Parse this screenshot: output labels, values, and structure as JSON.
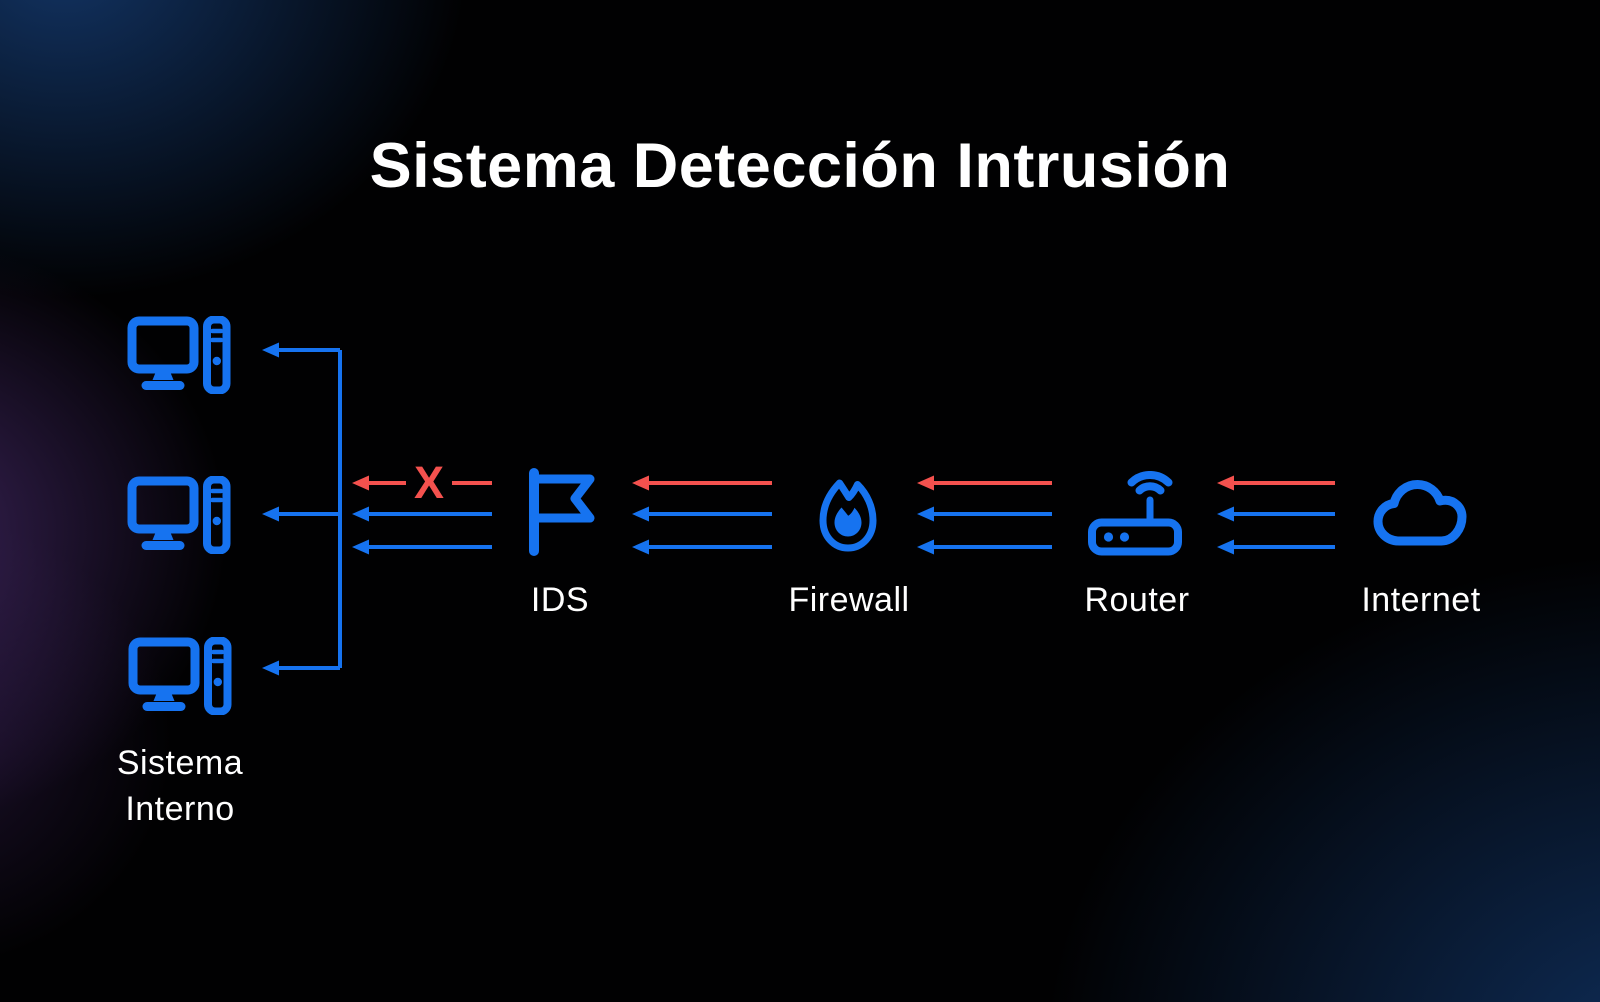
{
  "title": "Sistema Detección Intrusión",
  "colors": {
    "accent_blue": "#1673f0",
    "alert_red": "#f4514e",
    "text_white": "#ffffff",
    "bg_navy_glow": "#12305c",
    "bg_purple_glow": "#3c2560"
  },
  "nodes": {
    "internal_system": {
      "label_lines": [
        "Sistema",
        "Interno"
      ],
      "icon": "desktop-computer-icon",
      "computer_count": 3
    },
    "ids": {
      "label": "IDS",
      "icon": "flag-icon"
    },
    "firewall": {
      "label": "Firewall",
      "icon": "flame-icon"
    },
    "router": {
      "label": "Router",
      "icon": "wifi-router-icon"
    },
    "internet": {
      "label": "Internet",
      "icon": "cloud-icon"
    }
  },
  "flow": {
    "blocked_marker": "X",
    "arrow_rows": [
      "red-intrusion",
      "blue-traffic",
      "blue-traffic"
    ],
    "direction": "right-to-left"
  }
}
